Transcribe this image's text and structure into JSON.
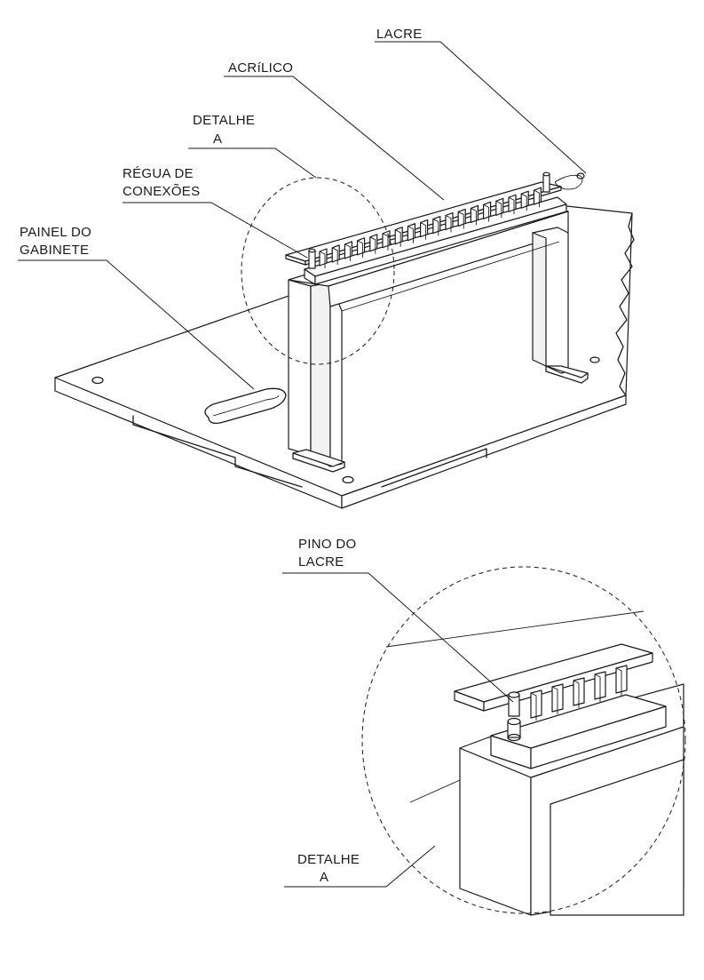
{
  "labels": {
    "lacre": "LACRE",
    "acrilico": "ACRíLICO",
    "detalhe_top_line1": "DETALHE",
    "detalhe_top_line2": "A",
    "regua_line1": "RÉGUA DE",
    "regua_line2": "CONEXÕES",
    "painel_line1": "PAINEL DO",
    "painel_line2": "GABINETE",
    "pino_line1": "PINO DO",
    "pino_line2": "LACRE",
    "detalhe_bottom_line1": "DETALHE",
    "detalhe_bottom_line2": "A"
  }
}
